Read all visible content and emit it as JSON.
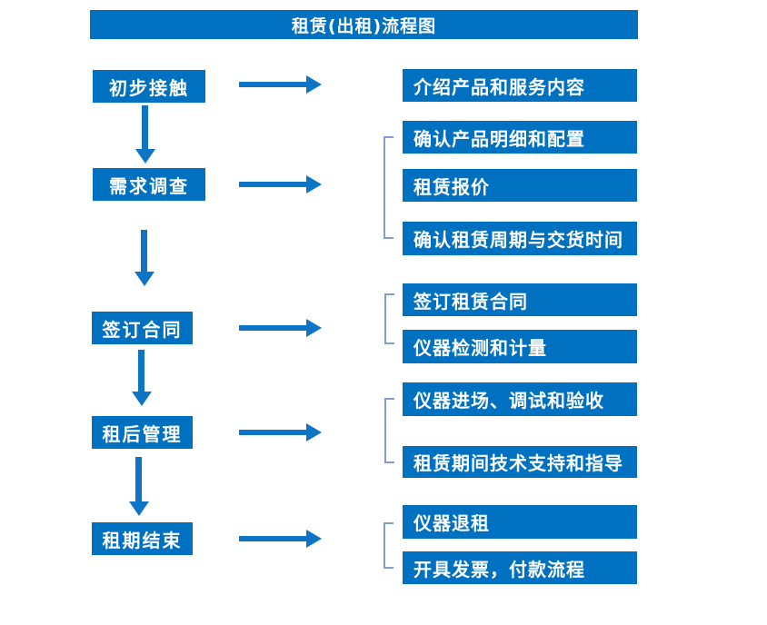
{
  "title": "租赁(出租)流程图",
  "colors": {
    "box_blue": "#0070c0",
    "arrow_blue": "#0d74c6",
    "bracket_blue": "#7f9fd1",
    "text_white": "#ffffff"
  },
  "steps": [
    {
      "label": "初步接触",
      "details": [
        "介绍产品和服务内容"
      ]
    },
    {
      "label": "需求调查",
      "details": [
        "确认产品明细和配置",
        "租赁报价",
        "确认租赁周期与交货时间"
      ]
    },
    {
      "label": "签订合同",
      "details": [
        "签订租赁合同",
        "仪器检测和计量"
      ]
    },
    {
      "label": "租后管理",
      "details": [
        "仪器进场、调试和验收",
        "租赁期间技术支持和指导"
      ]
    },
    {
      "label": "租期结束",
      "details": [
        "仪器退租",
        "开具发票，付款流程"
      ]
    }
  ]
}
